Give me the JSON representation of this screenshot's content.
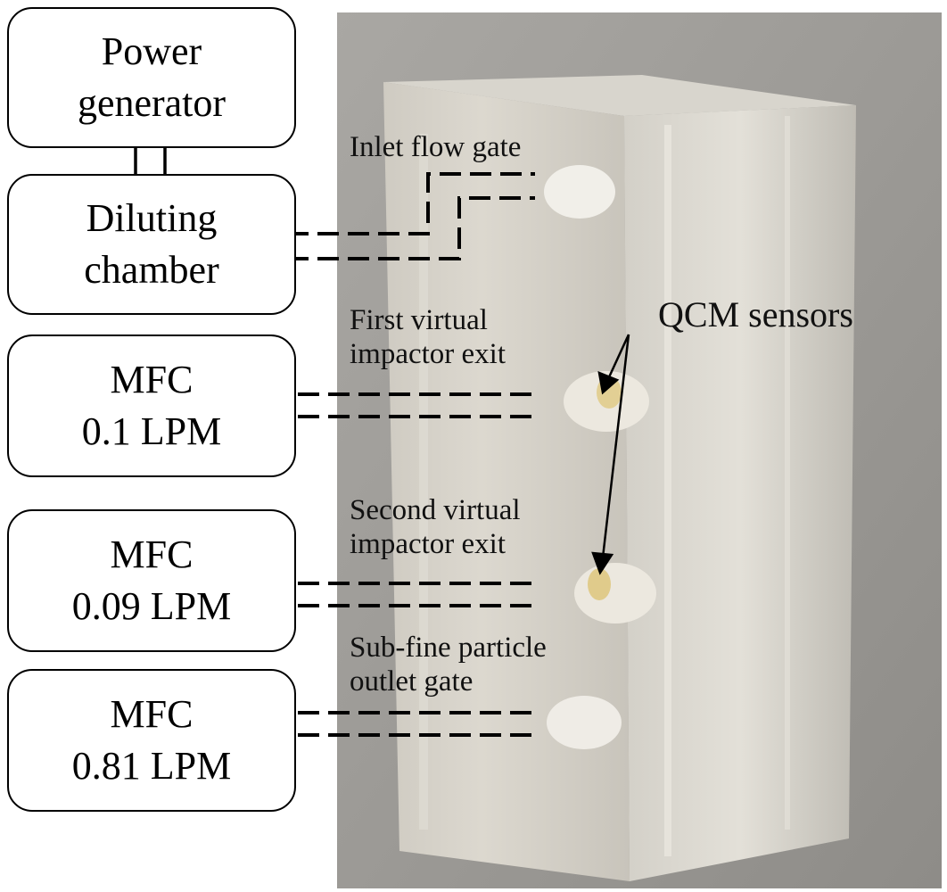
{
  "boxes": {
    "power": [
      "Power",
      "generator"
    ],
    "diluting": [
      "Diluting",
      "chamber"
    ],
    "mfc1": [
      "MFC",
      "0.1 LPM"
    ],
    "mfc2": [
      "MFC",
      "0.09 LPM"
    ],
    "mfc3": [
      "MFC",
      "0.81 LPM"
    ]
  },
  "labels": {
    "inlet": [
      "Inlet flow gate"
    ],
    "first_exit": [
      "First virtual",
      "impactor exit"
    ],
    "second_exit": [
      "Second virtual",
      "impactor exit"
    ],
    "sub_fine": [
      "Sub-fine particle",
      "outlet gate"
    ],
    "qcm": "QCM sensors"
  },
  "colors": {
    "line": "#000000",
    "block_highlight": "#dcd8cf",
    "background_photo": "#9a9894"
  }
}
